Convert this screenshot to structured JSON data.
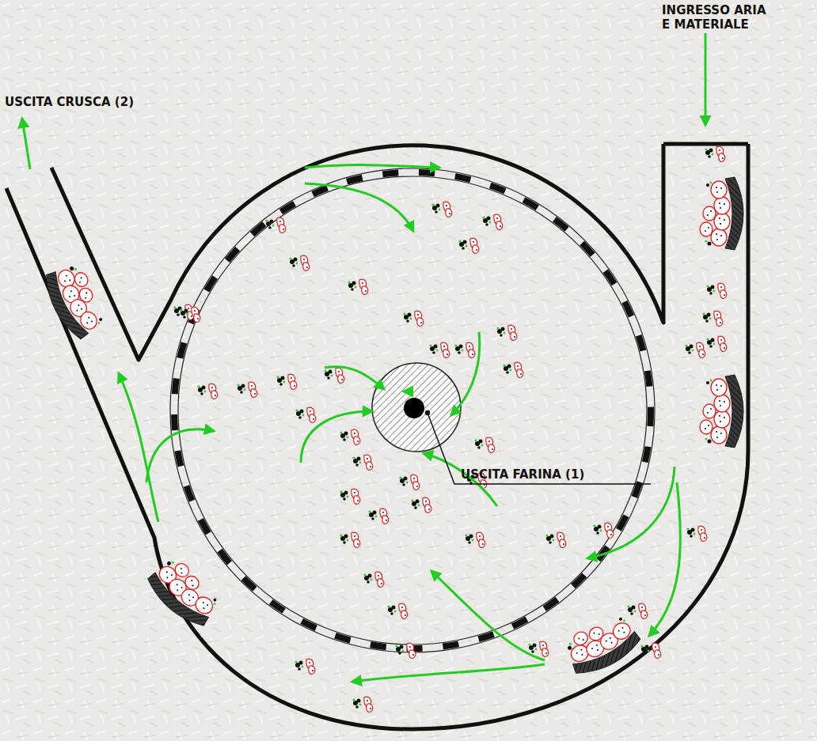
{
  "diagram": {
    "labels": [
      "INGRESSO ARIA E MATERIALE",
      "USCITA CRUSCA (2)",
      "USCITA FARINA (1)"
    ]
  }
}
